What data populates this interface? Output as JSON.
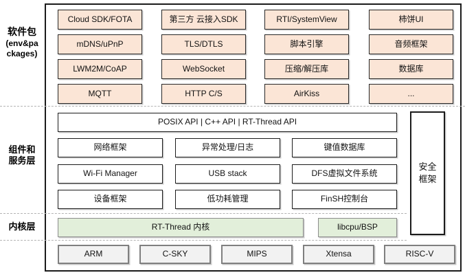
{
  "diagram": {
    "packages_layer": {
      "label": "软件包",
      "sublabel_line1": "(env&pa",
      "sublabel_line2": "ckages)",
      "items": [
        "Cloud SDK/FOTA",
        "第三方 云接入SDK",
        "RTI/SystemView",
        "柿饼UI",
        "mDNS/uPnP",
        "TLS/DTLS",
        "脚本引擎",
        "音频框架",
        "LWM2M/CoAP",
        "WebSocket",
        "压缩/解压库",
        "数据库",
        "MQTT",
        "HTTP C/S",
        "AirKiss",
        "..."
      ]
    },
    "components_layer": {
      "label_line1": "组件和",
      "label_line2": "服务层",
      "api_bar": "POSIX API | C++ API | RT-Thread API",
      "items": [
        "网络框架",
        "异常处理/日志",
        "键值数据库",
        "Wi-Fi Manager",
        "USB stack",
        "DFS虚拟文件系统",
        "设备框架",
        "低功耗管理",
        "FinSH控制台"
      ],
      "security_line1": "安全",
      "security_line2": "框架"
    },
    "kernel_layer": {
      "label": "内核层",
      "kernel_box": "RT-Thread 内核",
      "libcpu_box": "libcpu/BSP"
    },
    "cpu_row": [
      "ARM",
      "C-SKY",
      "MIPS",
      "Xtensa",
      "RISC-V"
    ]
  },
  "colors": {
    "package_fill": "#FBE5D6",
    "kernel_fill": "#E2EFDA",
    "cpu_fill": "#F2F2F2",
    "box_border": "#262626",
    "muted_border": "#7F7F7F",
    "dashed_line": "#B3B3B3"
  }
}
